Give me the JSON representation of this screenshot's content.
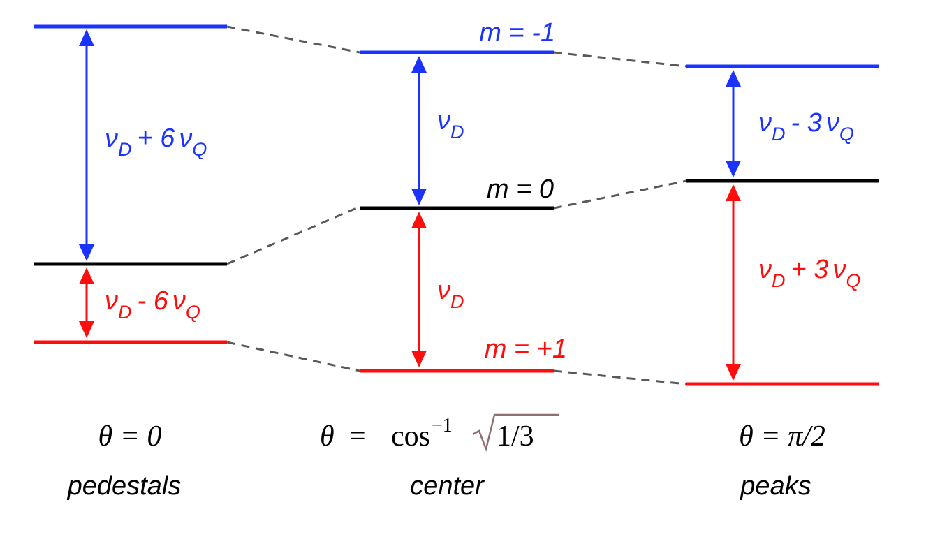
{
  "colors": {
    "upper": "#1a33ff",
    "middle": "#000000",
    "lower": "#ff0d0d",
    "connector": "#595959",
    "sqrt_sign": "#8c6f6f"
  },
  "columns": [
    {
      "theta_label": "θ = 0",
      "caption": "pedestals",
      "upper_gap": {
        "nu": "ν",
        "sub1": "D",
        "op": "+ 6",
        "nu2": "ν",
        "sub2": "Q"
      },
      "lower_gap": {
        "nu": "ν",
        "sub1": "D",
        "op": "- 6",
        "nu2": "ν",
        "sub2": "Q"
      }
    },
    {
      "theta_label": {
        "theta": "θ",
        "eq": "=",
        "cos": "cos",
        "exp": "−1",
        "radicand": "1/3"
      },
      "caption": "center",
      "level_labels": {
        "upper": "m = -1",
        "middle": "m = 0",
        "lower": "m = +1"
      },
      "upper_gap": {
        "nu": "ν",
        "sub1": "D"
      },
      "lower_gap": {
        "nu": "ν",
        "sub1": "D"
      }
    },
    {
      "theta_label": "θ = π/2",
      "caption": "peaks",
      "upper_gap": {
        "nu": "ν",
        "sub1": "D",
        "op": "- 3",
        "nu2": "ν",
        "sub2": "Q"
      },
      "lower_gap": {
        "nu": "ν",
        "sub1": "D",
        "op": "+ 3",
        "nu2": "ν",
        "sub2": "Q"
      }
    }
  ]
}
